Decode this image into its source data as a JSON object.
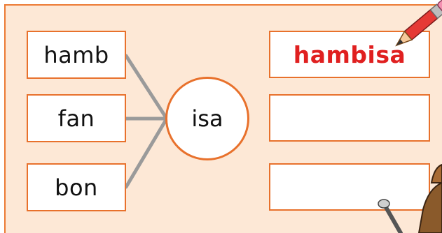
{
  "syllables": [
    "hamb",
    "fan",
    "bon"
  ],
  "suffix": "isa",
  "answers": [
    "hambisa",
    "",
    ""
  ],
  "icons": {
    "pencil": "pencil-icon",
    "character": "cartoon-character-hand"
  },
  "colors": {
    "panel_bg": "#fde8d6",
    "border": "#e8712c",
    "answer_text": "#e02020",
    "connector": "#9a9a9a"
  }
}
